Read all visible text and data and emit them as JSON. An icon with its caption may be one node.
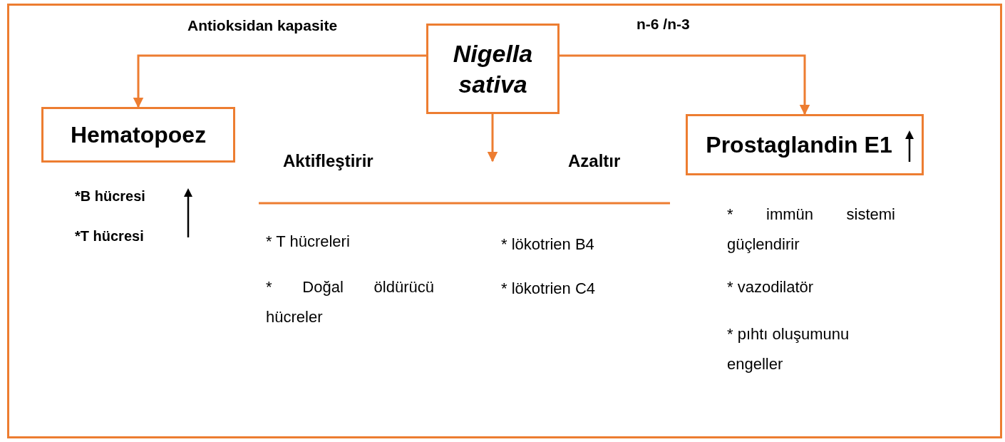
{
  "diagram": {
    "nodes": [
      {
        "text": [
          "Nigella sativa"
        ]
      },
      {
        "text": [
          "Hematopoez"
        ]
      },
      {
        "text": [
          "Prostaglandin E1"
        ]
      }
    ],
    "edges": [
      {
        "from": 0,
        "to": 1,
        "arrow": "to",
        "label": "Antioksidan kapasite"
      },
      {
        "from": 0,
        "to": 2,
        "arrow": "to",
        "label": "n-6 /n-3"
      },
      {
        "from": 0,
        "to": null,
        "arrow": "to"
      }
    ],
    "labels": [
      "Aktifleştirir",
      "Azaltır",
      "*B hücresi",
      "*T hücresi",
      "* T hücreleri",
      "* Doğal öldürücü hücreler",
      "* lökotrien B4",
      "* lökotrien C4",
      "* immün sistemi güçlendirir",
      "* vazodilatör",
      "* pıhtı oluşumunu engeller"
    ]
  }
}
